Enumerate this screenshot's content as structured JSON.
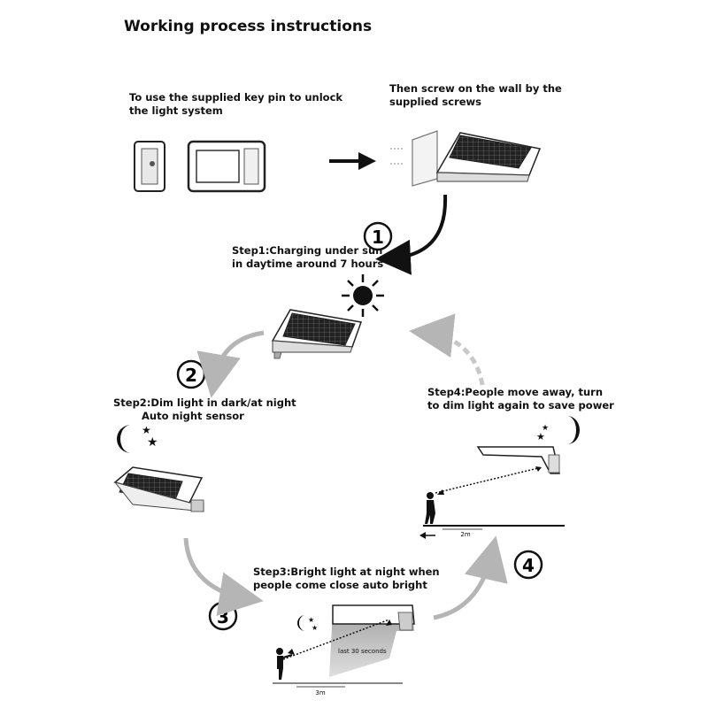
{
  "title": "Working process instructions",
  "instructions": {
    "unlock": [
      "To use the supplied key pin to unlock",
      "the light system"
    ],
    "mount": [
      "Then screw on the wall by the",
      "supplied screws"
    ]
  },
  "steps": [
    {
      "number": "1",
      "lines": [
        "Step1:Charging under sun",
        "in daytime around 7 hours"
      ]
    },
    {
      "number": "2",
      "lines": [
        "Step2:Dim light in dark/at night",
        "Auto night sensor"
      ]
    },
    {
      "number": "3",
      "lines": [
        "Step3:Bright light at night when",
        "people come close auto bright"
      ]
    },
    {
      "number": "4",
      "lines": [
        "Step4:People move away, turn",
        "to dim light again to save power"
      ]
    }
  ],
  "labels": {
    "duration": "last 30 seconds",
    "distance_near": "3m",
    "distance_far": "2m"
  },
  "icons": [
    "sun-icon",
    "moon-stars-icon",
    "person-icon",
    "solar-light-icon",
    "arrow-icon"
  ]
}
